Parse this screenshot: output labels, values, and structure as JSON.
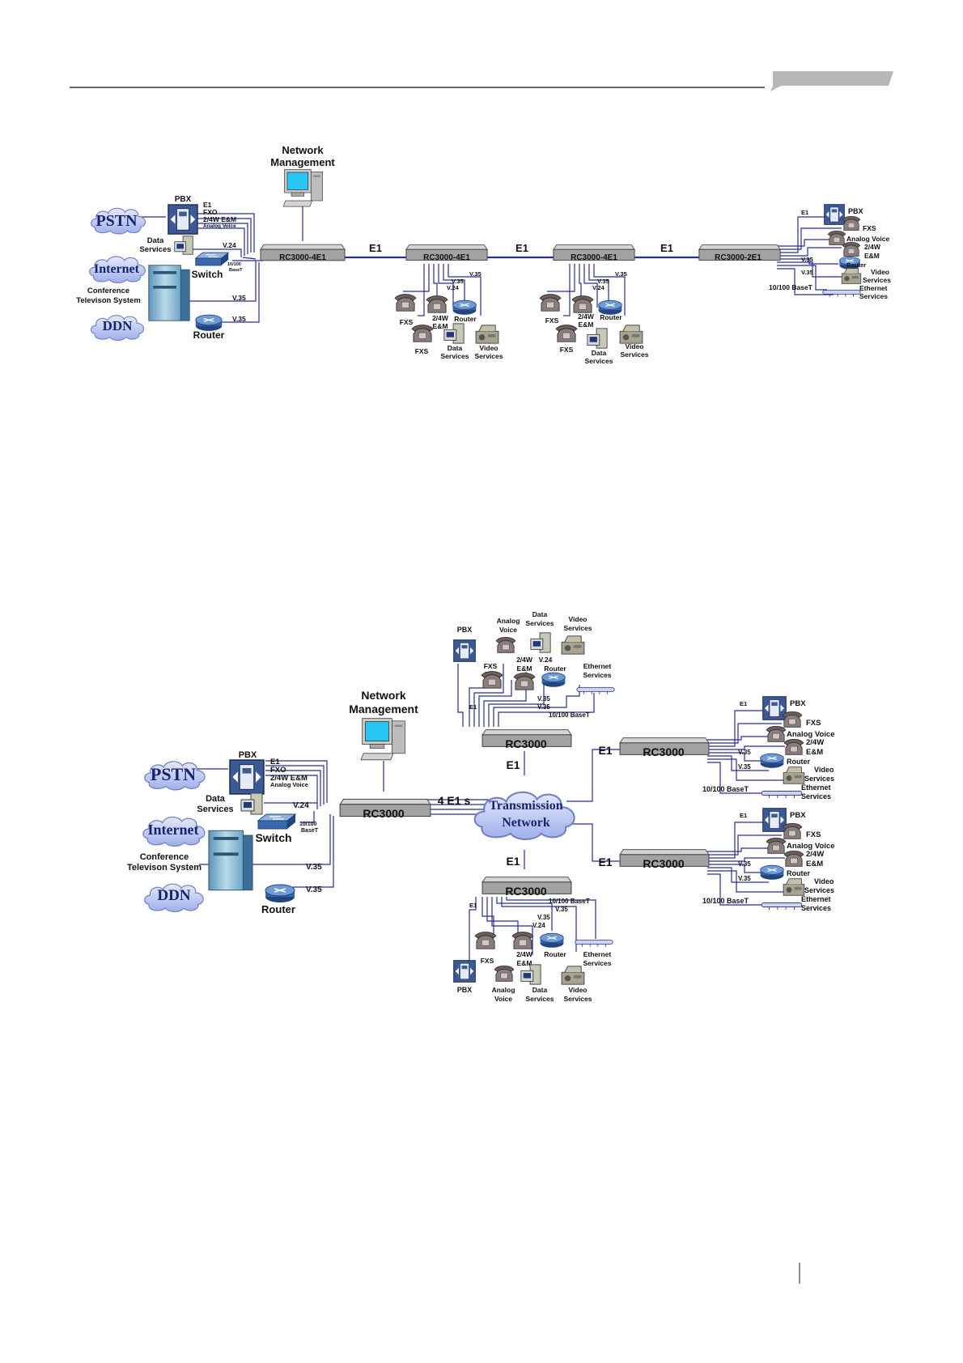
{
  "header": {
    "tab_color": "#b8b8b8",
    "rule_color": "#333333"
  },
  "colors": {
    "link": "#2a2a9a",
    "cloud": "#c8d2f4",
    "cloud_text": "#1a2370",
    "device": "#9a9a9a"
  },
  "diagram1": {
    "nm_line1": "Network",
    "nm_line2": "Management",
    "clouds": [
      "PSTN",
      "Internet",
      "DDN"
    ],
    "pbx": "PBX",
    "left_links": [
      "E1",
      "FXO",
      "2/4W E&M",
      "Analog Voice"
    ],
    "data_services": [
      "Data",
      "Services"
    ],
    "v24": "V.24",
    "switch": "Switch",
    "basetx": [
      "10/100",
      "BaseT"
    ],
    "conference": [
      "Conference",
      "Televison System"
    ],
    "v35": "V.35",
    "router": "Router",
    "nodes": [
      "RC3000-4E1",
      "RC3000-4E1",
      "RC3000-4E1",
      "RC3000-2E1"
    ],
    "e1": "E1",
    "branch": {
      "v35": "V.35",
      "v24": "V.24",
      "fxs": "FXS",
      "e_m": [
        "2/4W",
        "E&M"
      ],
      "router": "Router",
      "data": [
        "Data",
        "Services"
      ],
      "video": [
        "Video",
        "Services"
      ]
    },
    "right": {
      "e1": "E1",
      "pbx": "PBX",
      "fxs": "FXS",
      "analog": "Analog Voice",
      "e_m": [
        "2/4W",
        "E&M"
      ],
      "v35": "V.35",
      "router": "Router",
      "video": [
        "Video",
        "Services"
      ],
      "baset": "10/100 BaseT",
      "ethernet": [
        "Ethernet",
        "Services"
      ]
    }
  },
  "diagram2": {
    "nm_line1": "Network",
    "nm_line2": "Management",
    "clouds": [
      "PSTN",
      "Internet",
      "DDN"
    ],
    "pbx": "PBX",
    "left_links": [
      "E1",
      "FXO",
      "2/4W E&M",
      "Analog Voice"
    ],
    "data_services": [
      "Data",
      "Services"
    ],
    "v24": "V.24",
    "switch": "Switch",
    "basetx": [
      "10/100",
      "BaseT"
    ],
    "conference": [
      "Conference",
      "Televison System"
    ],
    "v35": "V.35",
    "router": "Router",
    "node": "RC3000",
    "trunk_label": "4 E1 s",
    "cloud": [
      "Transmission",
      "Network"
    ],
    "e1": "E1",
    "top": {
      "pbx": "PBX",
      "analog": [
        "Analog",
        "Voice"
      ],
      "data": [
        "Data",
        "Services"
      ],
      "video": [
        "Video",
        "Services"
      ],
      "fxs": "FXS",
      "e_m": [
        "2/4W",
        "E&M"
      ],
      "v24": "V.24",
      "router": "Router",
      "ethernet": [
        "Ethernet",
        "Services"
      ],
      "v35": "V.35",
      "baset": "10/100 BaseT",
      "e1": "E1"
    },
    "bottom": {
      "e1": "E1",
      "baset": "10/100 BaseT",
      "v35": "V.35",
      "v24": "V.24",
      "fxs": "FXS",
      "e_m": [
        "2/4W",
        "E&M"
      ],
      "router": "Router",
      "ethernet": [
        "Ethernet",
        "Services"
      ],
      "pbx": "PBX",
      "analog": [
        "Analog",
        "Voice"
      ],
      "data": [
        "Data",
        "Services"
      ],
      "video": [
        "Video",
        "Services"
      ]
    },
    "right": {
      "e1": "E1",
      "pbx": "PBX",
      "fxs": "FXS",
      "analog": "Analog Voice",
      "e_m": [
        "2/4W",
        "E&M"
      ],
      "v35": "V.35",
      "router": "Router",
      "video": [
        "Video",
        "Services"
      ],
      "baset": "10/100 BaseT",
      "ethernet": [
        "Ethernet",
        "Services"
      ]
    }
  }
}
